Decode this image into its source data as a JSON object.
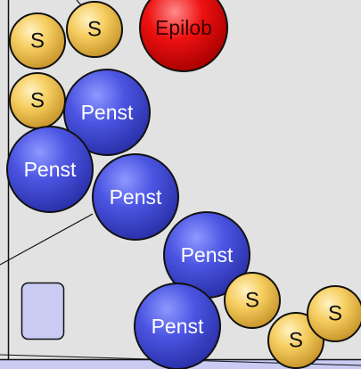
{
  "colors": {
    "background": "#e2e2e2",
    "bottom_strip": "#c9cbf2",
    "small_ball": "#f4c95a",
    "small_ball_text": "#111111",
    "blue_ball": "#4a55e0",
    "blue_ball_text": "#ffffff",
    "red_ball": "#ee1111",
    "red_ball_text": "#3a0000",
    "outline": "#111111"
  },
  "labels": {
    "small": "S",
    "blue": "Penst",
    "red": "Epilob"
  },
  "molecules": [
    {
      "kind": "small",
      "label": "S"
    },
    {
      "kind": "small",
      "label": "S"
    },
    {
      "kind": "red",
      "label": "Epilob"
    },
    {
      "kind": "small",
      "label": "S"
    },
    {
      "kind": "blue",
      "label": "Penst"
    },
    {
      "kind": "blue",
      "label": "Penst"
    },
    {
      "kind": "blue",
      "label": "Penst"
    },
    {
      "kind": "blue",
      "label": "Penst"
    },
    {
      "kind": "small",
      "label": "S"
    },
    {
      "kind": "blue",
      "label": "Penst"
    },
    {
      "kind": "small",
      "label": "S"
    },
    {
      "kind": "small",
      "label": "S"
    }
  ],
  "chart_data": {
    "type": "table",
    "nodes": [
      "S",
      "S",
      "Epilob",
      "S",
      "Penst",
      "Penst",
      "Penst",
      "Penst",
      "S",
      "Penst",
      "S",
      "S"
    ]
  }
}
